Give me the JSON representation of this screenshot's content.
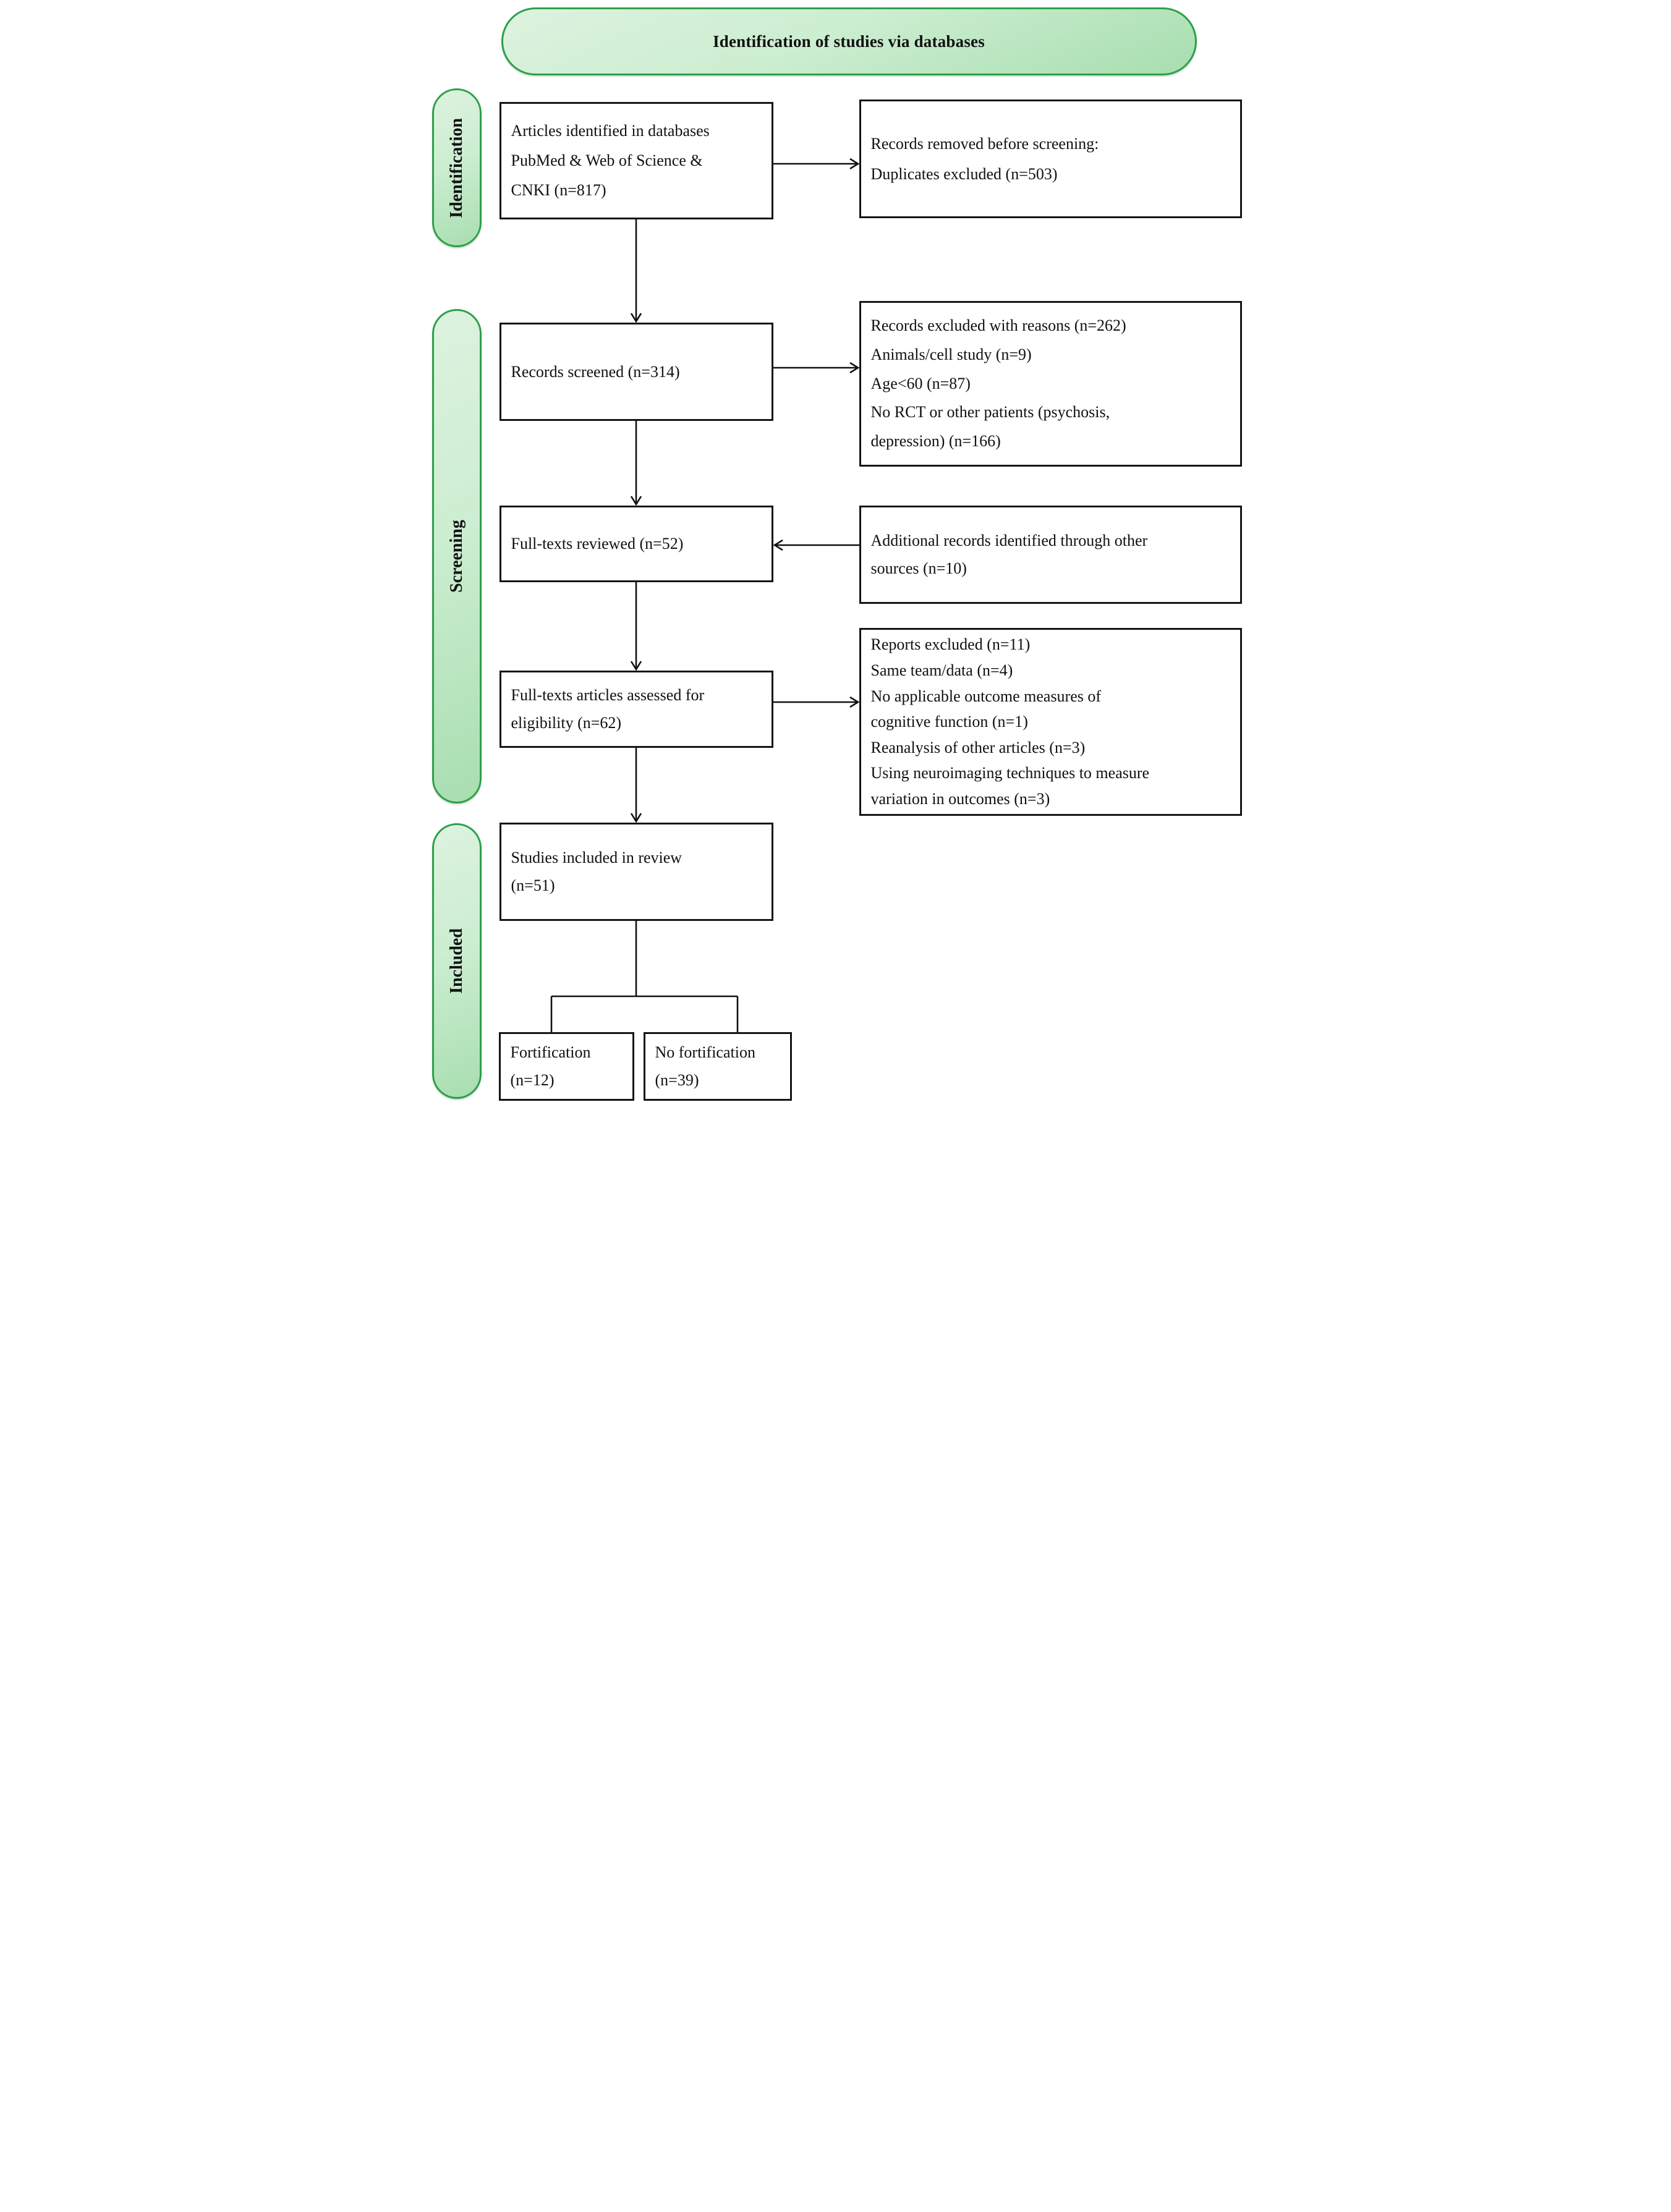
{
  "header": {
    "title": "Identification of studies via databases"
  },
  "sidebar": {
    "identification_label": "Identification",
    "screening_label": "Screening",
    "included_label": "Included"
  },
  "boxes": {
    "identified": {
      "text": "Articles identified in databases\nPubMed & Web of Science &\nCNKI  (n=817)"
    },
    "removed": {
      "text": "Records removed before screening:\nDuplicates excluded  (n=503)"
    },
    "screened": {
      "text": "Records screened  (n=314)"
    },
    "excluded_reasons": {
      "text": "Records excluded with reasons   (n=262)\nAnimals/cell study  (n=9)\nAge<60  (n=87)\nNo RCT or other patients (psychosis,\ndepression)  (n=166)"
    },
    "fulltexts_reviewed": {
      "text": "Full-texts reviewed   (n=52)"
    },
    "additional_sources": {
      "text": "Additional records identified through other\nsources   (n=10)"
    },
    "fulltexts_assessed": {
      "text": "Full-texts  articles assessed for\neligibility   (n=62)"
    },
    "reports_excluded": {
      "text": "Reports excluded   (n=11)\nSame team/data  (n=4)\nNo applicable outcome measures of\ncognitive function  (n=1)\nReanalysis of other articles  (n=3)\nUsing neuroimaging techniques to measure\nvariation in outcomes   (n=3)"
    },
    "studies_included": {
      "text": "Studies included in review\n(n=51)"
    },
    "fortification": {
      "text": "Fortification\n(n=12)"
    },
    "no_fortification": {
      "text": "No fortification\n(n=39)"
    }
  },
  "counts": {
    "identified": 817,
    "duplicates_excluded": 503,
    "screened": 314,
    "excluded_with_reasons": 262,
    "animals_cell_study": 9,
    "age_under_60": 87,
    "no_rct_or_other_patients": 166,
    "fulltexts_reviewed": 52,
    "additional_sources": 10,
    "fulltexts_assessed": 62,
    "reports_excluded": 11,
    "same_team_data": 4,
    "no_applicable_outcome": 1,
    "reanalysis_other_articles": 3,
    "neuroimaging_outcomes": 3,
    "studies_included": 51,
    "fortification": 12,
    "no_fortification": 39
  },
  "colors": {
    "pill_border": "#2da04a",
    "pill_fill_light": "#ddf2df",
    "pill_fill_dark": "#a8deb0",
    "box_border": "#141414",
    "arrow": "#111111"
  }
}
